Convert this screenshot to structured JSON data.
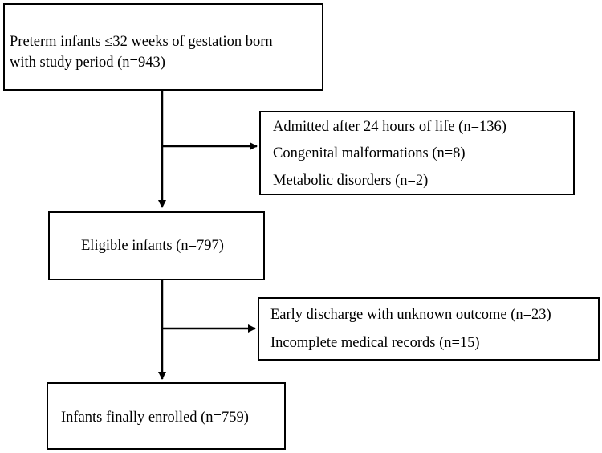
{
  "flowchart": {
    "box_start": {
      "line1": "Preterm infants ≤32 weeks of gestation born",
      "line2": "with study period (n=943)"
    },
    "exclusion_1": {
      "items": [
        "Admitted after 24 hours of life (n=136)",
        "Congenital malformations (n=8)",
        "Metabolic disorders (n=2)"
      ]
    },
    "box_eligible": {
      "label": "Eligible infants (n=797)"
    },
    "exclusion_2": {
      "items": [
        "Early discharge with unknown outcome (n=23)",
        "Incomplete medical records (n=15)"
      ]
    },
    "box_final": {
      "label": "Infants finally enrolled (n=759)"
    }
  }
}
